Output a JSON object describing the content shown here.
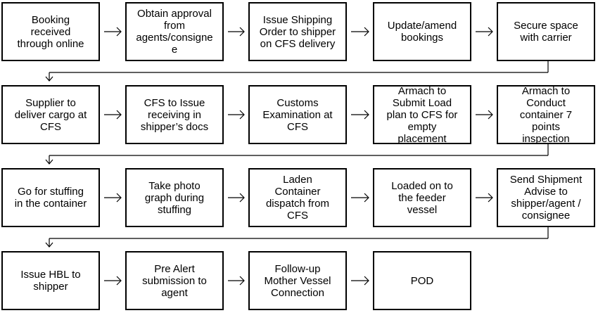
{
  "rows": [
    [
      {
        "id": "booking",
        "text": "Booking\nreceived\nthrough online"
      },
      {
        "id": "approval",
        "text": "Obtain approval\nfrom\nagents/consigne\ne"
      },
      {
        "id": "shipping-order",
        "text": "Issue Shipping\nOrder to shipper\non CFS delivery"
      },
      {
        "id": "update",
        "text": "Update/amend\nbookings"
      },
      {
        "id": "secure-space",
        "text": "Secure space\nwith carrier"
      }
    ],
    [
      {
        "id": "deliver-cargo",
        "text": "Supplier to\ndeliver cargo at\nCFS"
      },
      {
        "id": "cfs-receiving",
        "text": "CFS to Issue\nreceiving in\nshipper’s docs"
      },
      {
        "id": "customs",
        "text": "Customs\nExamination at\nCFS"
      },
      {
        "id": "load-plan",
        "text": "Armach to\nSubmit Load\nplan to CFS for\nempty\nplacement"
      },
      {
        "id": "inspection",
        "text": "Armach to\nConduct\ncontainer 7\npoints\ninspection"
      }
    ],
    [
      {
        "id": "stuffing",
        "text": "Go for stuffing\nin the container"
      },
      {
        "id": "photo",
        "text": "Take photo\ngraph during\nstuffing"
      },
      {
        "id": "dispatch",
        "text": "Laden\nContainer\ndispatch from\nCFS"
      },
      {
        "id": "feeder",
        "text": "Loaded on to\nthe feeder\nvessel"
      },
      {
        "id": "advise",
        "text": "Send Shipment\nAdvise to\nshipper/agent /\nconsignee"
      }
    ],
    [
      {
        "id": "hbl",
        "text": "Issue HBL to\nshipper"
      },
      {
        "id": "pre-alert",
        "text": "Pre Alert\nsubmission to\nagent"
      },
      {
        "id": "mother-vessel",
        "text": "Follow-up\nMother Vessel\nConnection"
      },
      {
        "id": "pod",
        "text": "POD"
      }
    ]
  ]
}
